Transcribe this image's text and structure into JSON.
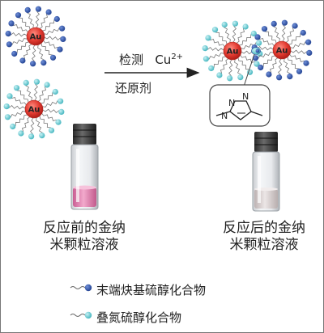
{
  "reaction": {
    "condition_top": "检测",
    "ion": "Cu",
    "ion_charge": "2+",
    "condition_bottom": "还原剂"
  },
  "nanoparticle_label": "Au",
  "vial_labels": {
    "before_line1": "反应前的金纳",
    "before_line2": "米颗粒溶液",
    "after_line1": "反应后的金纳",
    "after_line2": "米颗粒溶液"
  },
  "legend": {
    "alkyne_thiol": "末端炔基硫醇化合物",
    "azide_thiol": "叠氮硫醇化合物"
  },
  "triazole_atoms": [
    "N",
    "N",
    "N"
  ],
  "colors": {
    "alkyne_ligand": "#1f3f8f",
    "azide_ligand": "#5cc4cc",
    "gold_core": "#e23a30",
    "solution_before": "#e487b4",
    "solution_after": "#d9cfcf"
  }
}
